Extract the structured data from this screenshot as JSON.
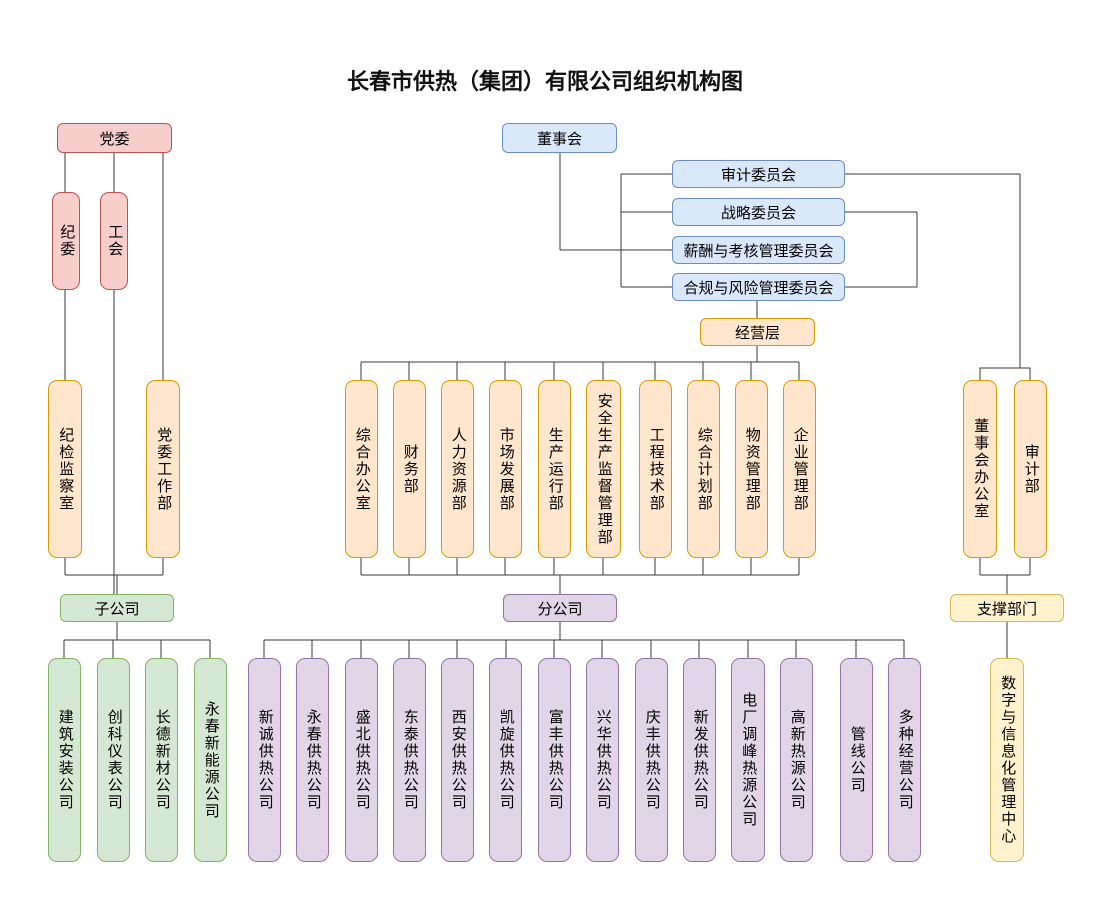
{
  "title": "长春市供热（集团）有限公司组织机构图",
  "org": {
    "party": "党委",
    "party_orgs": [
      "纪委",
      "工会"
    ],
    "party_depts": [
      "纪检监察室",
      "党委工作部"
    ],
    "board": "董事会",
    "committees": [
      "审计委员会",
      "战略委员会",
      "薪酬与考核管理委员会",
      "合规与风险管理委员会"
    ],
    "management": "经营层",
    "departments": [
      "综合办公室",
      "财务部",
      "人力资源部",
      "市场发展部",
      "生产运行部",
      "安全生产监督管理部",
      "工程技术部",
      "综合计划部",
      "物资管理部",
      "企业管理部"
    ],
    "board_depts": [
      "董事会办公室",
      "审计部"
    ],
    "subsidiaries_label": "子公司",
    "subsidiaries": [
      "建筑安装公司",
      "创科仪表公司",
      "长德新材公司",
      "永春新能源公司"
    ],
    "branches_label": "分公司",
    "branches": [
      "新诚供热公司",
      "永春供热公司",
      "盛北供热公司",
      "东泰供热公司",
      "西安供热公司",
      "凯旋供热公司",
      "富丰供热公司",
      "兴华供热公司",
      "庆丰供热公司",
      "新发供热公司",
      "电厂调峰热源公司",
      "高新热源公司",
      "管线公司",
      "多种经营公司"
    ],
    "support_label": "支撑部门",
    "support": [
      "数字与信息化管理中心"
    ]
  },
  "palette": {
    "party_fill": "#f8cecc",
    "party_stroke": "#b85450",
    "board_fill": "#dae8fc",
    "board_stroke": "#6c8ebf",
    "dept_fill": "#ffe6cc",
    "dept_stroke": "#d79b00",
    "subsidiary_fill": "#d5e8d4",
    "subsidiary_stroke": "#82b366",
    "branch_fill": "#e1d5e7",
    "branch_stroke": "#9673a6",
    "support_fill": "#fff2cc",
    "support_stroke": "#d6b656",
    "connector": "#3a3a3a",
    "background": "#ffffff"
  }
}
